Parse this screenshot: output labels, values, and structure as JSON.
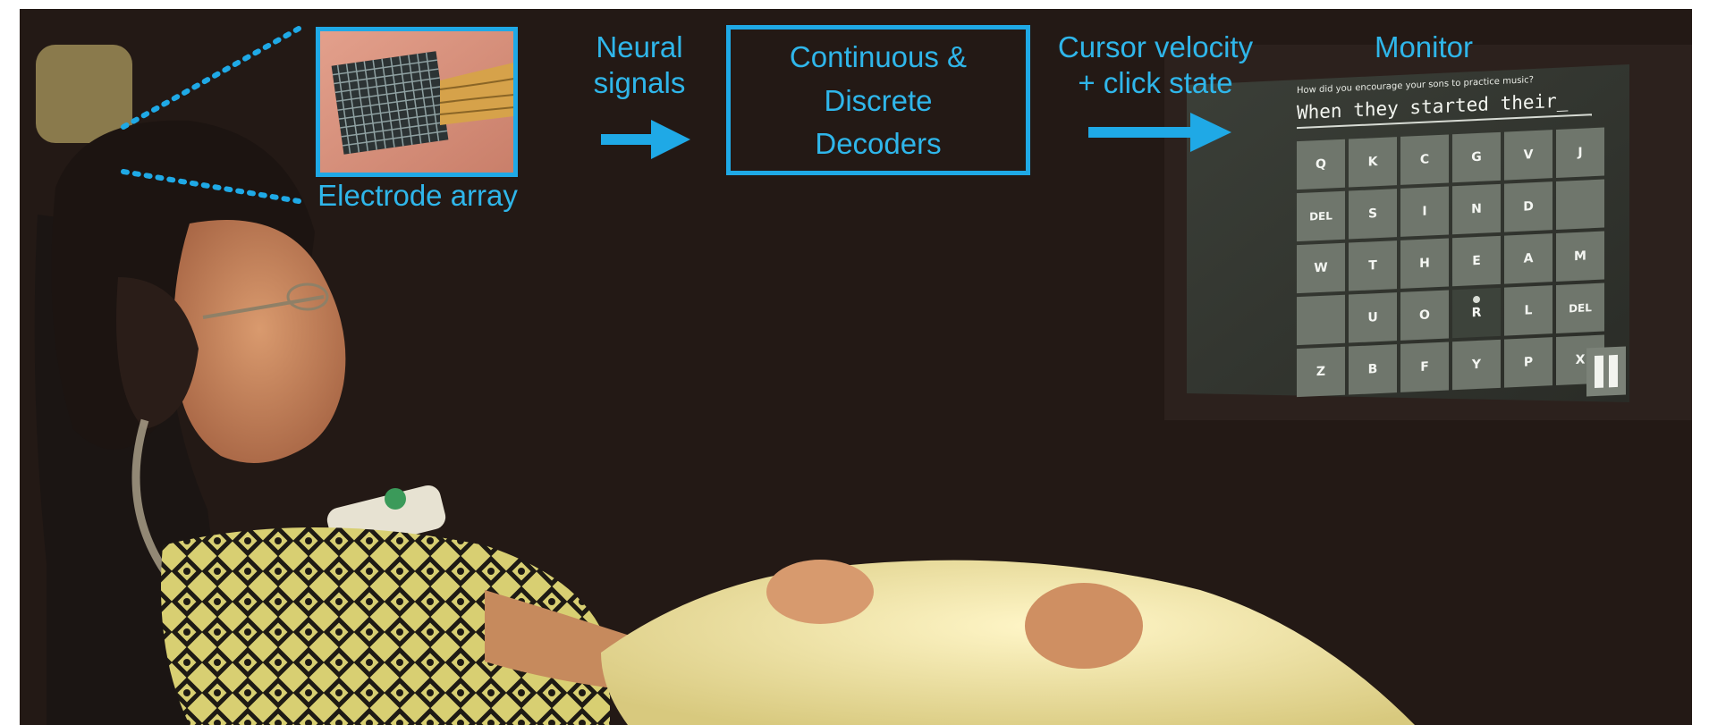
{
  "labels": {
    "electrode_array": "Electrode array",
    "neural_signals_line1": "Neural",
    "neural_signals_line2": "signals",
    "decoders_line1": "Continuous &",
    "decoders_line2": "Discrete",
    "decoders_line3": "Decoders",
    "cursor_line1": "Cursor velocity",
    "cursor_line2": "+ click state",
    "monitor": "Monitor"
  },
  "monitor_screen": {
    "prompt": "How did you encourage your sons to practice music?",
    "typed_text": "When they started their_",
    "keys": [
      "Q",
      "K",
      "C",
      "G",
      "V",
      "J",
      "DEL",
      "S",
      "I",
      "N",
      "D",
      "",
      "W",
      "T",
      "H",
      "E",
      "A",
      "M",
      "",
      "U",
      "O",
      "R",
      "L",
      "DEL",
      "Z",
      "B",
      "F",
      "Y",
      "P",
      "X"
    ],
    "selected_key": "R"
  },
  "colors": {
    "accent": "#1fa9e6",
    "label_text": "#2fb6ea",
    "background": "#221815",
    "key_fill": "#6f766c"
  }
}
